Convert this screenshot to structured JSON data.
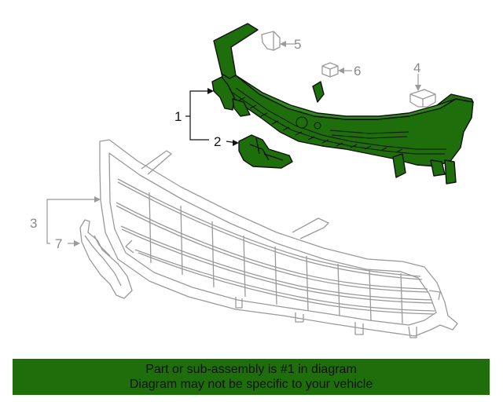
{
  "callouts": {
    "c1": "1",
    "c2": "2",
    "c3": "3",
    "c4": "4",
    "c5": "5",
    "c6": "6",
    "c7": "7"
  },
  "banner": {
    "line1": "Part or sub-assembly is #1 in diagram",
    "line2": "Diagram may not be specific to your vehicle"
  },
  "colors": {
    "highlight": "#1e6e0c",
    "outline": "#111111",
    "faded": "#9a9a9a"
  }
}
